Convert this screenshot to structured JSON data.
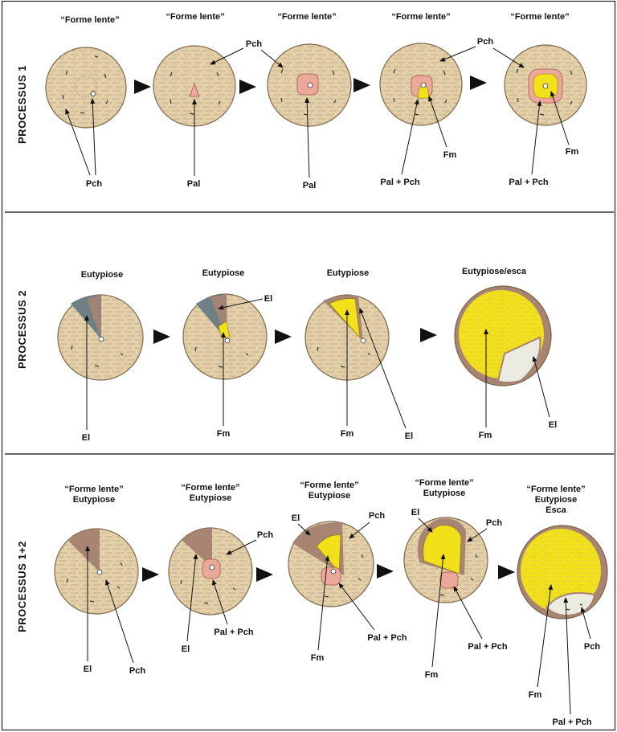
{
  "colors": {
    "wood": "#e3d0a8",
    "wood_edge": "#7a6548",
    "pale_red": "#eca89a",
    "yellow": "#f2e11a",
    "brown_zone": "#a88472",
    "grey_blue": "#6f7f86",
    "white_rot": "#ecebe1",
    "frame": "#222222"
  },
  "processus_1": {
    "side_label": "PROCESSUS 1",
    "titles": [
      "“Forme lente”",
      "“Forme lente”",
      "“Forme lente”",
      "“Forme lente”",
      "“Forme lente”"
    ],
    "labels": {
      "pch_top_2": "Pch",
      "pch_top_5": "Pch",
      "pch_bottom_1": "Pch",
      "pal_2": "Pal",
      "pal_3": "Pal",
      "palpch_4": "Pal + Pch",
      "fm_4": "Fm",
      "palpch_5": "Pal + Pch",
      "fm_5": "Fm"
    }
  },
  "processus_2": {
    "side_label": "PROCESSUS 2",
    "titles": [
      "Eutypiose",
      "Eutypiose",
      "Eutypiose",
      "Eutypiose/esca"
    ],
    "labels": {
      "el_1": "El",
      "el_2": "El",
      "fm_2": "Fm",
      "fm_3": "Fm",
      "el_3": "El",
      "fm_4": "Fm",
      "el_4": "El"
    }
  },
  "processus_12": {
    "side_label": "PROCESSUS 1+2",
    "titles": [
      [
        "“Forme lente”",
        "Eutypiose"
      ],
      [
        "“Forme lente”",
        "Eutypiose"
      ],
      [
        "“Forme lente”",
        "Eutypiose"
      ],
      [
        "“Forme lente”",
        "Eutypiose"
      ],
      [
        "“Forme lente”",
        "Eutypiose",
        "Esca"
      ]
    ],
    "labels": {
      "el_1": "El",
      "pch_1": "Pch",
      "pch_2": "Pch",
      "el_2": "El",
      "palpch_2": "Pal + Pch",
      "el_3": "El",
      "pch_3": "Pch",
      "fm_3": "Fm",
      "palpch_3": "Pal + Pch",
      "el_4": "El",
      "pch_4": "Pch",
      "fm_4": "Fm",
      "palpch_4": "Pal + Pch",
      "pch_5": "Pch",
      "fm_5": "Fm",
      "palpch_5": "Pal + Pch"
    }
  }
}
